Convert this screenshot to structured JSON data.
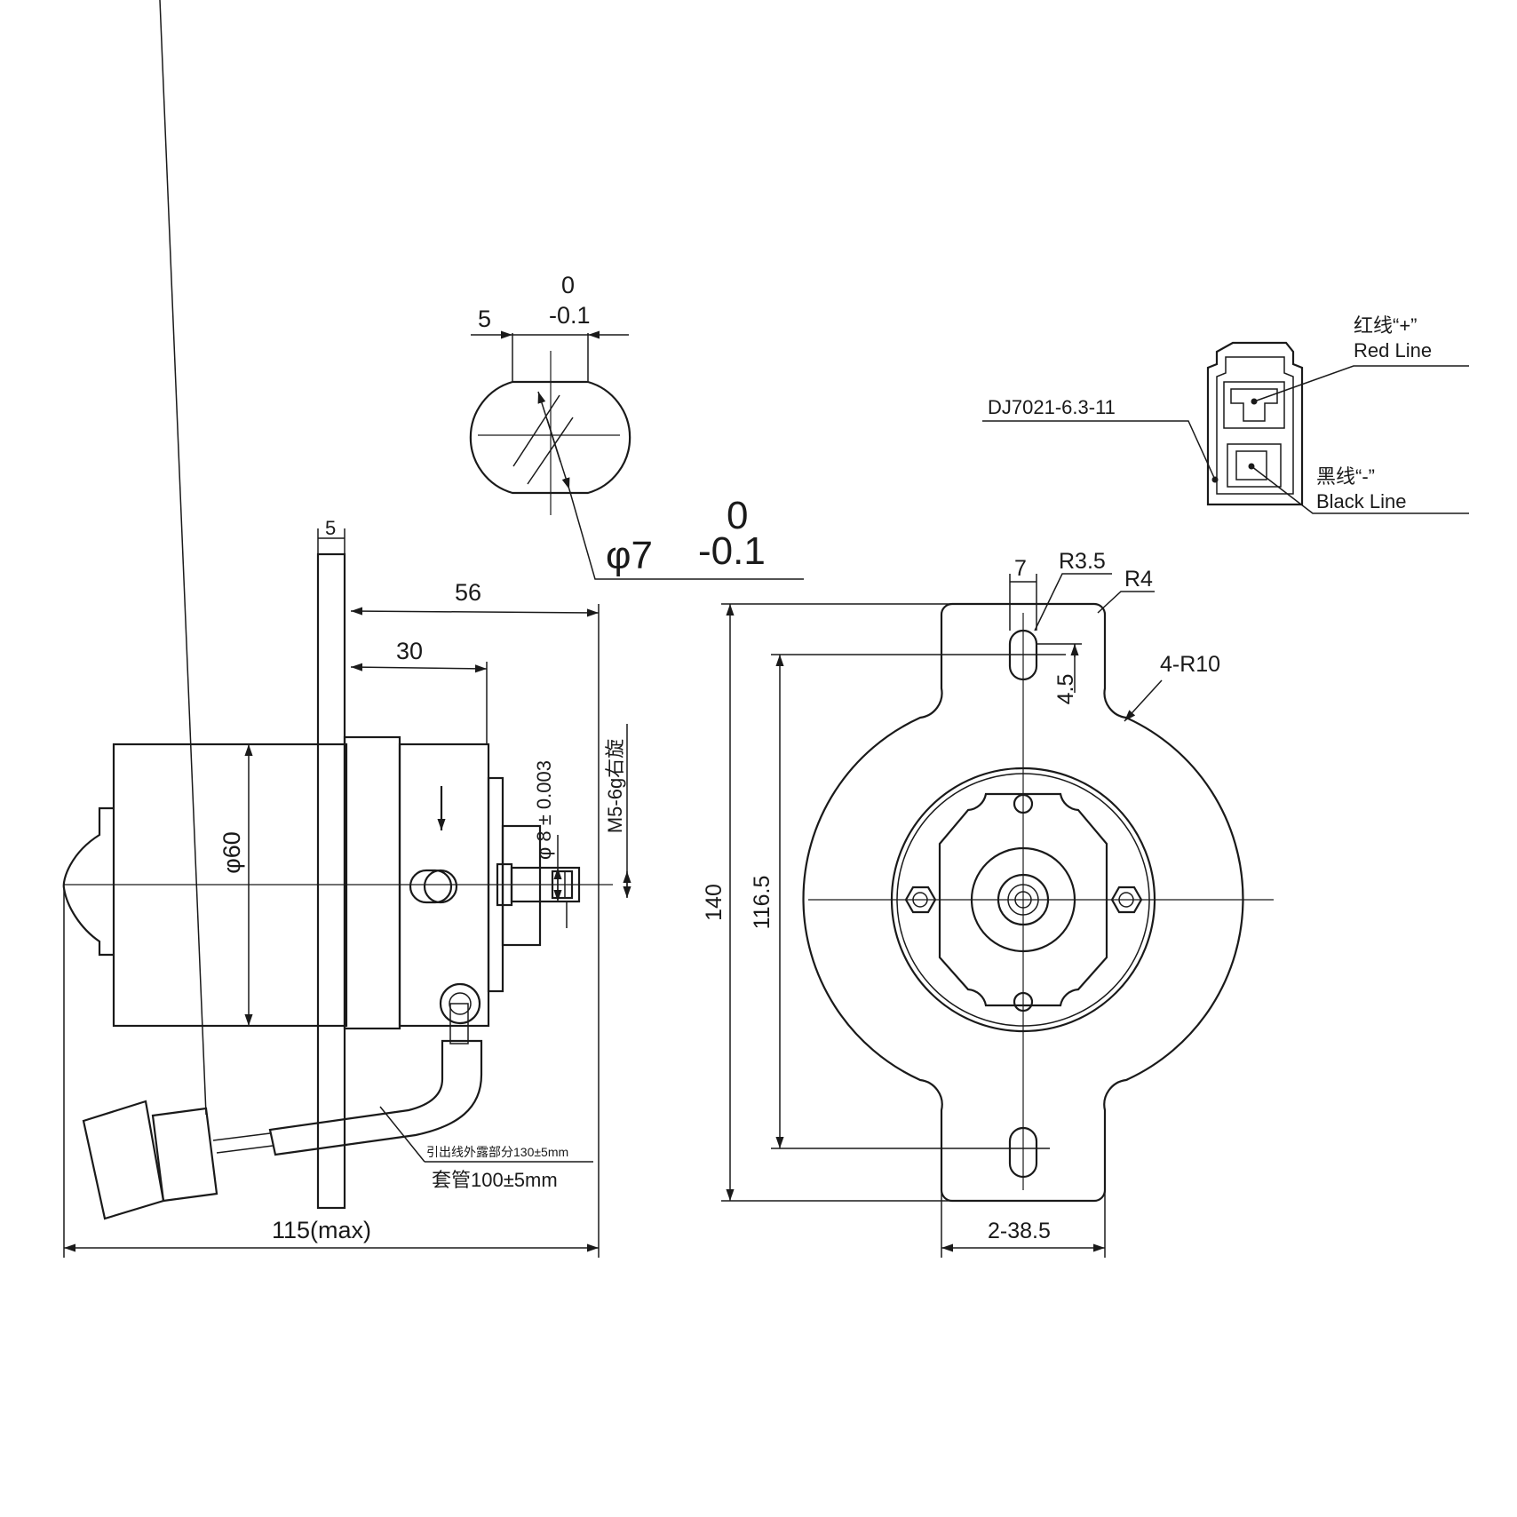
{
  "colors": {
    "ink": "#1a1a1a",
    "paper": "#ffffff"
  },
  "side_view": {
    "flange_thickness": "5",
    "dim_56": "56",
    "dim_30": "30",
    "diameter_60": "φ60",
    "shaft_tolerance": "φ 8  ± 0.003",
    "thread": "M5-6g右旋",
    "lead_exposed": "引出线外露部分130±5mm",
    "sleeve": "套管100±5mm",
    "overall_length": "115(max)"
  },
  "shaft_section": {
    "width": "5",
    "width_upper": "0",
    "width_lower": "-0.1",
    "diameter": "φ7",
    "diameter_upper": "0",
    "diameter_lower": "-0.1"
  },
  "front_view": {
    "slot_width": "7",
    "slot_radius": "R3.5",
    "corner_radius": "R4",
    "arc_radius": "4-R10",
    "slot_offset": "4.5",
    "height": "140",
    "hole_spacing": "116.5",
    "width": "2-38.5"
  },
  "connector": {
    "model": "DJ7021-6.3-11",
    "red_cn": "红线“+”",
    "red_en": "Red Line",
    "black_cn": "黑线“-”",
    "black_en": "Black Line"
  }
}
